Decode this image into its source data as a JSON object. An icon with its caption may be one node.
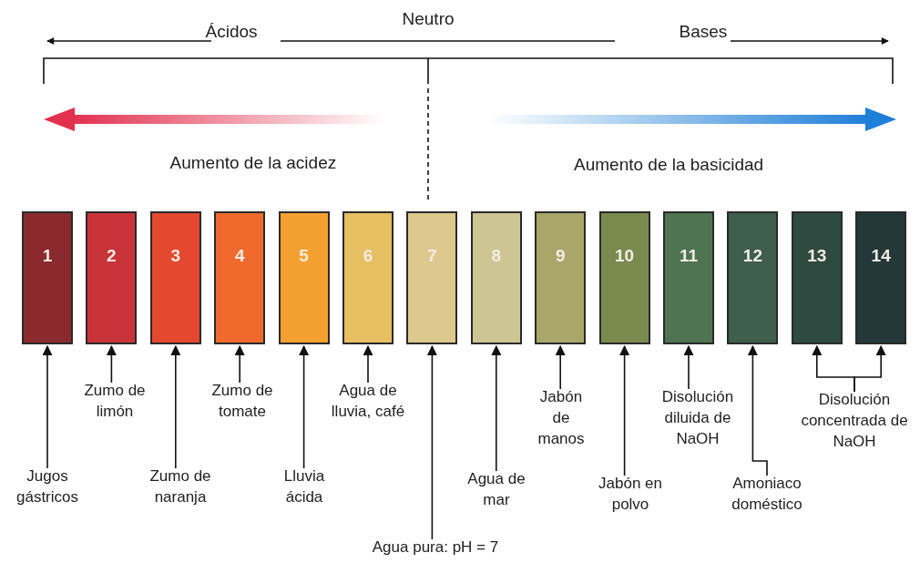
{
  "diagram": {
    "nodes": [
      {
        "text": [
          "1"
        ]
      },
      {
        "text": [
          "2"
        ]
      },
      {
        "text": [
          "3"
        ]
      },
      {
        "text": [
          "4"
        ]
      },
      {
        "text": [
          "5"
        ]
      },
      {
        "text": [
          "6"
        ]
      },
      {
        "text": [
          "7"
        ]
      },
      {
        "text": [
          "8"
        ]
      },
      {
        "text": [
          "9"
        ]
      },
      {
        "text": [
          "10"
        ]
      },
      {
        "text": [
          "11"
        ]
      },
      {
        "text": [
          "12"
        ]
      },
      {
        "text": [
          "13"
        ]
      },
      {
        "text": [
          "14"
        ]
      },
      {
        "text": [
          "Jugos gástricos"
        ]
      },
      {
        "text": [
          "Zumo de limón"
        ]
      },
      {
        "text": [
          "Zumo de naranja"
        ]
      },
      {
        "text": [
          "Zumo de tomate"
        ]
      },
      {
        "text": [
          "Lluvia ácida"
        ]
      },
      {
        "text": [
          "Agua de lluvia, café"
        ]
      },
      {
        "text": [
          "Agua pura: pH = 7"
        ]
      },
      {
        "text": [
          "Agua de mar"
        ]
      },
      {
        "text": [
          "Jabón de manos"
        ]
      },
      {
        "text": [
          "Jabón en polvo"
        ]
      },
      {
        "text": [
          "Disolución diluida de NaOH"
        ]
      },
      {
        "text": [
          "Amoniaco doméstico"
        ]
      },
      {
        "text": [
          "Disolución concentrada de NaOH"
        ]
      }
    ],
    "edges": [
      {
        "from": 14,
        "to": 0,
        "arrow": "to"
      },
      {
        "from": 15,
        "to": 1,
        "arrow": "to"
      },
      {
        "from": 16,
        "to": 2,
        "arrow": "to"
      },
      {
        "from": 17,
        "to": 3,
        "arrow": "to"
      },
      {
        "from": 18,
        "to": 4,
        "arrow": "to"
      },
      {
        "from": 19,
        "to": 5,
        "arrow": "to"
      },
      {
        "from": 20,
        "to": 6,
        "arrow": "to"
      },
      {
        "from": 21,
        "to": 7,
        "arrow": "to"
      },
      {
        "from": 22,
        "to": 8,
        "arrow": "to"
      },
      {
        "from": 23,
        "to": 9,
        "arrow": "to"
      },
      {
        "from": 24,
        "to": 10,
        "arrow": "to"
      },
      {
        "from": 25,
        "to": 11,
        "arrow": "to"
      },
      {
        "from": 26,
        "to": 12,
        "arrow": "to"
      },
      {
        "from": 26,
        "to": 13,
        "arrow": "to"
      }
    ],
    "labels": [
      "Ácidos",
      "Neutro",
      "Bases",
      "Aumento de la acidez",
      "Aumento de la basicidad"
    ]
  }
}
